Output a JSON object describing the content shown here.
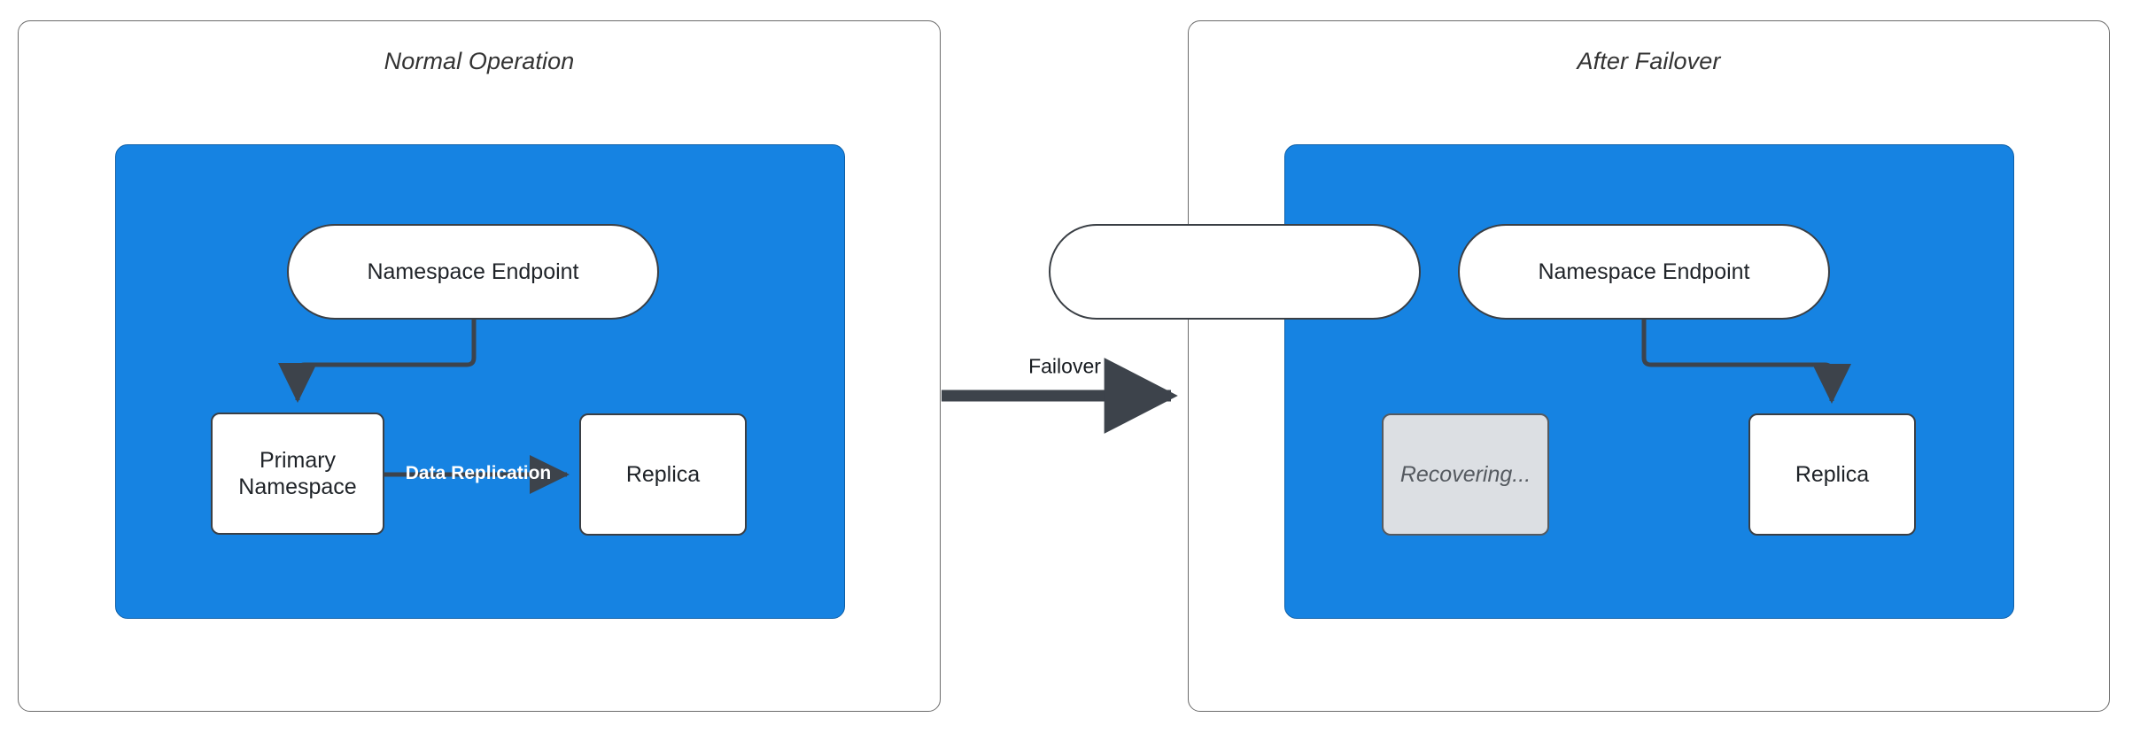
{
  "diagram": {
    "type": "flowchart",
    "title": "Namespace Failover Diagram",
    "panels": [
      {
        "id": "normal",
        "title": "Normal Operation",
        "nodes": [
          {
            "id": "endpoint-left",
            "label": "Namespace Endpoint",
            "shape": "stadium",
            "state": "active"
          },
          {
            "id": "primary-left",
            "label": "Primary\nNamespace",
            "shape": "rect",
            "state": "active"
          },
          {
            "id": "replica-left",
            "label": "Replica",
            "shape": "rect",
            "state": "active"
          }
        ],
        "edges": [
          {
            "from": "endpoint-left",
            "to": "primary-left",
            "label": ""
          },
          {
            "from": "primary-left",
            "to": "replica-left",
            "label": "Data Replication"
          }
        ]
      },
      {
        "id": "failover",
        "title": "After Failover",
        "nodes": [
          {
            "id": "endpoint-right",
            "label": "Namespace Endpoint",
            "shape": "stadium",
            "state": "active"
          },
          {
            "id": "recovering-right",
            "label": "Recovering...",
            "shape": "rect",
            "state": "dimmed"
          },
          {
            "id": "replica-right",
            "label": "Replica",
            "shape": "rect",
            "state": "active"
          }
        ],
        "edges": [
          {
            "from": "endpoint-right",
            "to": "replica-right",
            "label": ""
          }
        ]
      }
    ],
    "transition": {
      "label": "Failover",
      "from_panel": "normal",
      "to_panel": "failover"
    }
  },
  "labels": {
    "panel_left_title": "Normal Operation",
    "panel_right_title": "After Failover",
    "endpoint_left": "Namespace Endpoint",
    "primary_line1": "Primary",
    "primary_line2": "Namespace",
    "replica_left": "Replica",
    "data_replication": "Data Replication",
    "failover": "Failover",
    "endpoint_right": "Namespace Endpoint",
    "recovering": "Recovering...",
    "replica_right": "Replica"
  },
  "colors": {
    "panel_border": "#6b6b6b",
    "panel_background": "#ffffff",
    "cluster_blue": "#1683e2",
    "node_fill": "#ffffff",
    "node_border": "#3a3f45",
    "dim_fill": "#dcdfe3",
    "dim_text": "#555a60",
    "edge_stroke": "#3d434b",
    "edge_label_light": "#ffffff",
    "text": "#1f2328"
  }
}
